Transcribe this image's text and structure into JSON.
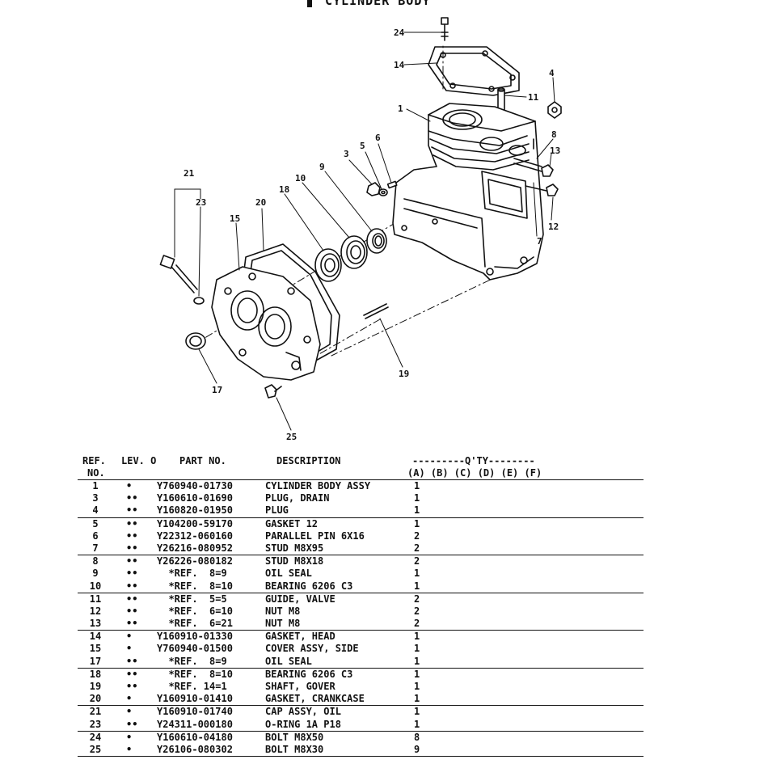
{
  "page": {
    "title": "CYLINDER BODY"
  },
  "callouts": [
    "24",
    "14",
    "1",
    "11",
    "4",
    "8",
    "13",
    "12",
    "7",
    "6",
    "5",
    "3",
    "9",
    "10",
    "18",
    "20",
    "21",
    "23",
    "15",
    "19",
    "17",
    "25"
  ],
  "table": {
    "headers": {
      "ref": "REF.",
      "no": "NO.",
      "lev": "LEV. O",
      "part": "PART NO.",
      "desc": "DESCRIPTION",
      "qty_title": "---------Q'TY--------",
      "qty_cols": "(A) (B) (C) (D) (E) (F)"
    },
    "rows": [
      {
        "ref": "1",
        "lev": "•",
        "part": "Y760940-01730",
        "desc": "CYLINDER BODY ASSY",
        "qty": "1"
      },
      {
        "ref": "3",
        "lev": "••",
        "part": "Y160610-01690",
        "desc": "PLUG, DRAIN",
        "qty": "1"
      },
      {
        "ref": "4",
        "lev": "••",
        "part": "Y160820-01950",
        "desc": "PLUG",
        "qty": "1"
      },
      {
        "ref": "5",
        "lev": "••",
        "part": "Y104200-59170",
        "desc": "GASKET 12",
        "qty": "1"
      },
      {
        "ref": "6",
        "lev": "••",
        "part": "Y22312-060160",
        "desc": "PARALLEL PIN 6X16",
        "qty": "2"
      },
      {
        "ref": "7",
        "lev": "••",
        "part": "Y26216-080952",
        "desc": "STUD M8X95",
        "qty": "2"
      },
      {
        "ref": "8",
        "lev": "••",
        "part": "Y26226-080182",
        "desc": "STUD M8X18",
        "qty": "2"
      },
      {
        "ref": "9",
        "lev": "••",
        "part": "  *REF.  8=9",
        "desc": "OIL SEAL",
        "qty": "1"
      },
      {
        "ref": "10",
        "lev": "••",
        "part": "  *REF.  8=10",
        "desc": "BEARING 6206 C3",
        "qty": "1"
      },
      {
        "ref": "11",
        "lev": "••",
        "part": "  *REF.  5=5",
        "desc": "GUIDE, VALVE",
        "qty": "2"
      },
      {
        "ref": "12",
        "lev": "••",
        "part": "  *REF.  6=10",
        "desc": "NUT M8",
        "qty": "2"
      },
      {
        "ref": "13",
        "lev": "••",
        "part": "  *REF.  6=21",
        "desc": "NUT M8",
        "qty": "2"
      },
      {
        "ref": "14",
        "lev": "•",
        "part": "Y160910-01330",
        "desc": "GASKET, HEAD",
        "qty": "1"
      },
      {
        "ref": "15",
        "lev": "•",
        "part": "Y760940-01500",
        "desc": "COVER ASSY, SIDE",
        "qty": "1"
      },
      {
        "ref": "17",
        "lev": "••",
        "part": "  *REF.  8=9",
        "desc": "OIL SEAL",
        "qty": "1"
      },
      {
        "ref": "18",
        "lev": "••",
        "part": "  *REF.  8=10",
        "desc": "BEARING 6206 C3",
        "qty": "1"
      },
      {
        "ref": "19",
        "lev": "••",
        "part": "  *REF. 14=1",
        "desc": "SHAFT, GOVER",
        "qty": "1"
      },
      {
        "ref": "20",
        "lev": "•",
        "part": "Y160910-01410",
        "desc": "GASKET, CRANKCASE",
        "qty": "1"
      },
      {
        "ref": "21",
        "lev": "•",
        "part": "Y160910-01740",
        "desc": "CAP ASSY, OIL",
        "qty": "1"
      },
      {
        "ref": "23",
        "lev": "••",
        "part": "Y24311-000180",
        "desc": "O-RING 1A P18",
        "qty": "1"
      },
      {
        "ref": "24",
        "lev": "•",
        "part": "Y160610-04180",
        "desc": "BOLT M8X50",
        "qty": "8"
      },
      {
        "ref": "25",
        "lev": "•",
        "part": "Y26106-080302",
        "desc": "BOLT M8X30",
        "qty": "9"
      }
    ]
  }
}
